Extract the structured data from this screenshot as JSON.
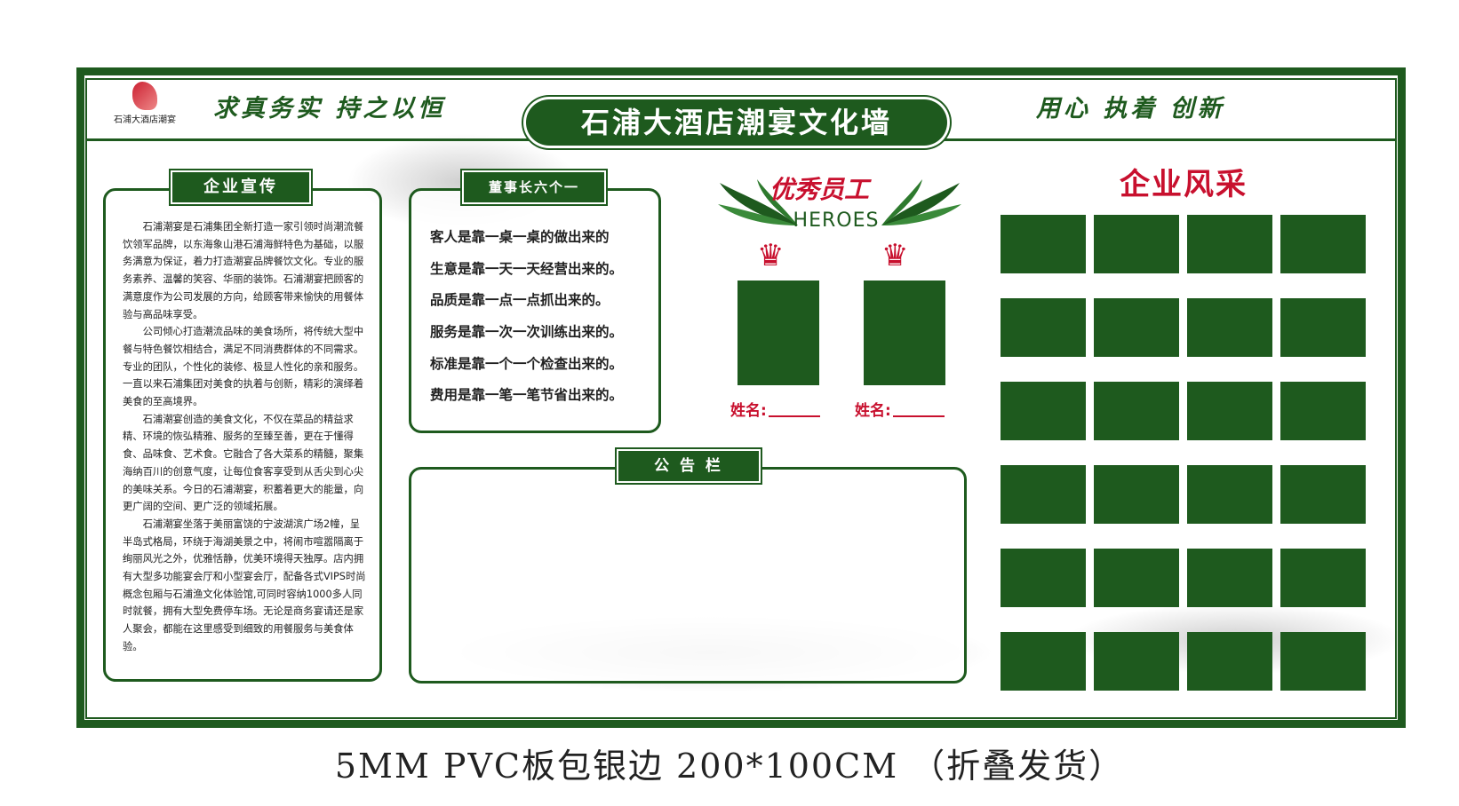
{
  "header": {
    "logo_text": "石浦大酒店潮宴",
    "slogan_left": "求真务实  持之以恒",
    "title": "石浦大酒店潮宴文化墙",
    "slogan_right": "用心 执着 创新"
  },
  "intro": {
    "tab": "企业宣传",
    "paragraphs": [
      "石浦潮宴是石浦集团全新打造一家引领时尚潮流餐饮领军品牌，以东海象山港石浦海鲜特色为基础，以服务满意为保证，着力打造潮宴品牌餐饮文化。专业的服务素养、温馨的笑容、华丽的装饰。石浦潮宴把顾客的满意度作为公司发展的方向，给顾客带来愉快的用餐体验与高品味享受。",
      "公司倾心打造潮流品味的美食场所，将传统大型中餐与特色餐饮相结合，满足不同消费群体的不同需求。专业的团队，个性化的装修、极显人性化的亲和服务。一直以来石浦集团对美食的执着与创新，精彩的演绎着美食的至高境界。",
      "石浦潮宴创造的美食文化，不仅在菜品的精益求精、环境的恢弘精雅、服务的至臻至善，更在于懂得食、品味食、艺术食。它融合了各大菜系的精髓，聚集海纳百川的创意气度，让每位食客享受到从舌尖到心尖的美味关系。今日的石浦潮宴，积蓄着更大的能量，向更广阔的空间、更广泛的领域拓展。",
      "石浦潮宴坐落于美丽富饶的宁波湖滨广场2幢，呈半岛式格局，环绕于海湖美景之中，将闹市喧嚣隔离于绚丽风光之外，优雅恬静，优美环境得天独厚。店内拥有大型多功能宴会厅和小型宴会厅，配备各式VIPS时尚概念包厢与石浦渔文化体验馆,可同时容纳1000多人同时就餐，拥有大型免费停车场。无论是商务宴请还是家人聚会，都能在这里感受到细致的用餐服务与美食体验。"
    ]
  },
  "motto": {
    "tab": "董事长六个一",
    "lines": [
      "客人是靠一桌一桌的做出来的",
      "生意是靠一天一天经营出来的。",
      "品质是靠一点一点抓出来的。",
      "服务是靠一次一次训练出来的。",
      "标准是靠一个一个检查出来的。",
      "费用是靠一笔一笔节省出来的。"
    ]
  },
  "notice": {
    "tab": "公  告  栏"
  },
  "heroes": {
    "title": "优秀员工",
    "subtitle": "HEROES",
    "name_label_1": "姓名:",
    "name_label_2": "姓名:"
  },
  "gallery": {
    "title": "企业风采"
  },
  "caption": "5MM PVC板包银边 200*100CM （折叠发货）",
  "colors": {
    "green": "#1e5a1e",
    "red": "#c8102e"
  },
  "icons": [
    "crown-icon",
    "wheat-leaf-icon",
    "logo-icon"
  ]
}
